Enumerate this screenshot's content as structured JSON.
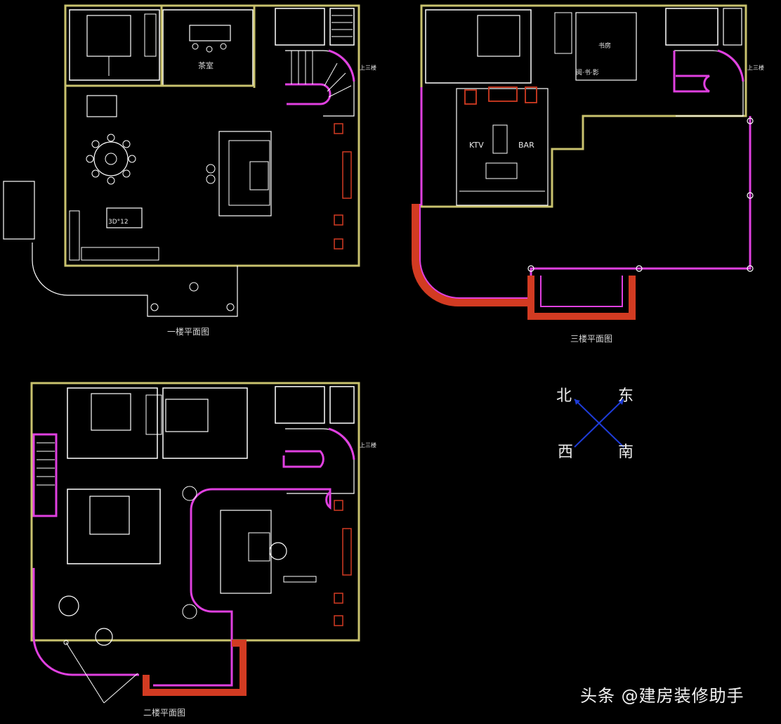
{
  "plans": {
    "first_floor": {
      "title": "一楼平面图",
      "room_labels": {
        "tea_room": "茶室"
      },
      "tags": {
        "dining_tag": "3D°12",
        "stair_note": "上三楼"
      }
    },
    "second_floor": {
      "title": "二楼平面图",
      "tags": {
        "stair_note": "上三楼"
      }
    },
    "third_floor": {
      "title": "三楼平面图",
      "room_labels": {
        "ktv": "KTV",
        "bar": "BAR",
        "study_tag": "书房",
        "multi": "阅·书·影"
      },
      "tags": {
        "stair_note": "上三楼"
      }
    }
  },
  "compass": {
    "north": "北",
    "east": "东",
    "west": "西",
    "south": "南"
  },
  "watermark": {
    "text": "头条 @建房装修助手"
  },
  "colors": {
    "wall": "#c9c26e",
    "line": "#ffffff",
    "rail": "#e040e0",
    "terrace": "#d23b22",
    "compass": "#1e3cd8"
  }
}
